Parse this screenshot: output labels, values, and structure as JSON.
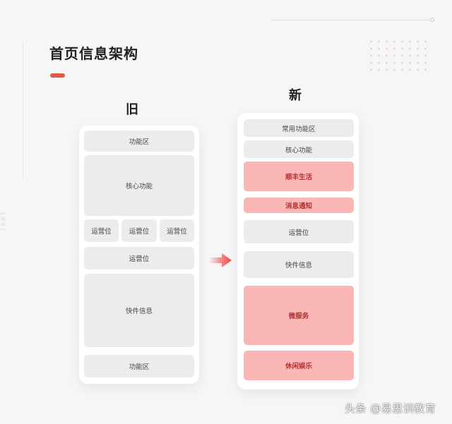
{
  "page_title": "首页信息架构",
  "old": {
    "heading": "旧",
    "blocks": [
      "功能区",
      "核心功能",
      "运营位",
      "运营位",
      "运营位",
      "运营位",
      "快件信息",
      "功能区"
    ]
  },
  "new": {
    "heading": "新",
    "blocks": [
      "常用功能区",
      "核心功能",
      "顺丰生活",
      "消息通知",
      "运营位",
      "快件信息",
      "微服务",
      "休闲娱乐"
    ]
  },
  "colors": {
    "accent": "#e35a4b",
    "highlight_fill": "#fbb6b6",
    "highlight_text": "#b03333",
    "neutral_fill": "#ececee",
    "arrow": "#f04848"
  },
  "decor_vertical_text": "1991",
  "watermark": "头条 @易思训教育"
}
